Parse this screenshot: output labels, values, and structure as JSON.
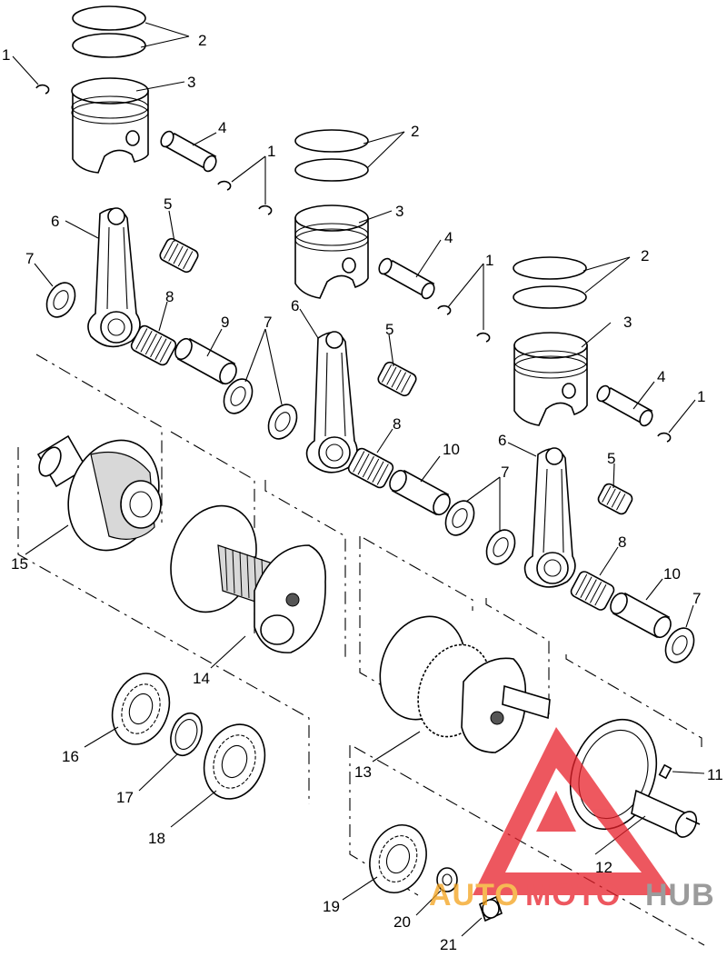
{
  "callouts": [
    {
      "id": "c1a",
      "text": "1"
    },
    {
      "id": "c2a",
      "text": "2"
    },
    {
      "id": "c3a",
      "text": "3"
    },
    {
      "id": "c4a",
      "text": "4"
    },
    {
      "id": "c1b",
      "text": "1"
    },
    {
      "id": "c2b",
      "text": "2"
    },
    {
      "id": "c3b",
      "text": "3"
    },
    {
      "id": "c4b",
      "text": "4"
    },
    {
      "id": "c1c",
      "text": "1"
    },
    {
      "id": "c2c",
      "text": "2"
    },
    {
      "id": "c3c",
      "text": "3"
    },
    {
      "id": "c4c",
      "text": "4"
    },
    {
      "id": "c1d",
      "text": "1"
    },
    {
      "id": "c6a",
      "text": "6"
    },
    {
      "id": "c5a",
      "text": "5"
    },
    {
      "id": "c7a",
      "text": "7"
    },
    {
      "id": "c8a",
      "text": "8"
    },
    {
      "id": "c9",
      "text": "9"
    },
    {
      "id": "c7b",
      "text": "7"
    },
    {
      "id": "c6b",
      "text": "6"
    },
    {
      "id": "c5b",
      "text": "5"
    },
    {
      "id": "c8b",
      "text": "8"
    },
    {
      "id": "c10a",
      "text": "10"
    },
    {
      "id": "c6c",
      "text": "6"
    },
    {
      "id": "c7c",
      "text": "7"
    },
    {
      "id": "c5c",
      "text": "5"
    },
    {
      "id": "c8c",
      "text": "8"
    },
    {
      "id": "c10b",
      "text": "10"
    },
    {
      "id": "c7d",
      "text": "7"
    },
    {
      "id": "c15",
      "text": "15"
    },
    {
      "id": "c14",
      "text": "14"
    },
    {
      "id": "c13",
      "text": "13"
    },
    {
      "id": "c11",
      "text": "11"
    },
    {
      "id": "c12",
      "text": "12"
    },
    {
      "id": "c16",
      "text": "16"
    },
    {
      "id": "c17",
      "text": "17"
    },
    {
      "id": "c18",
      "text": "18"
    },
    {
      "id": "c19",
      "text": "19"
    },
    {
      "id": "c20",
      "text": "20"
    },
    {
      "id": "c21",
      "text": "21"
    }
  ],
  "watermark": {
    "part1": "AUTO",
    "part2": "MOTO",
    "part3": "HUB",
    "color_red": "#e8202a",
    "color_orange": "#f4a21c",
    "color_gray": "#7a7a7a"
  }
}
